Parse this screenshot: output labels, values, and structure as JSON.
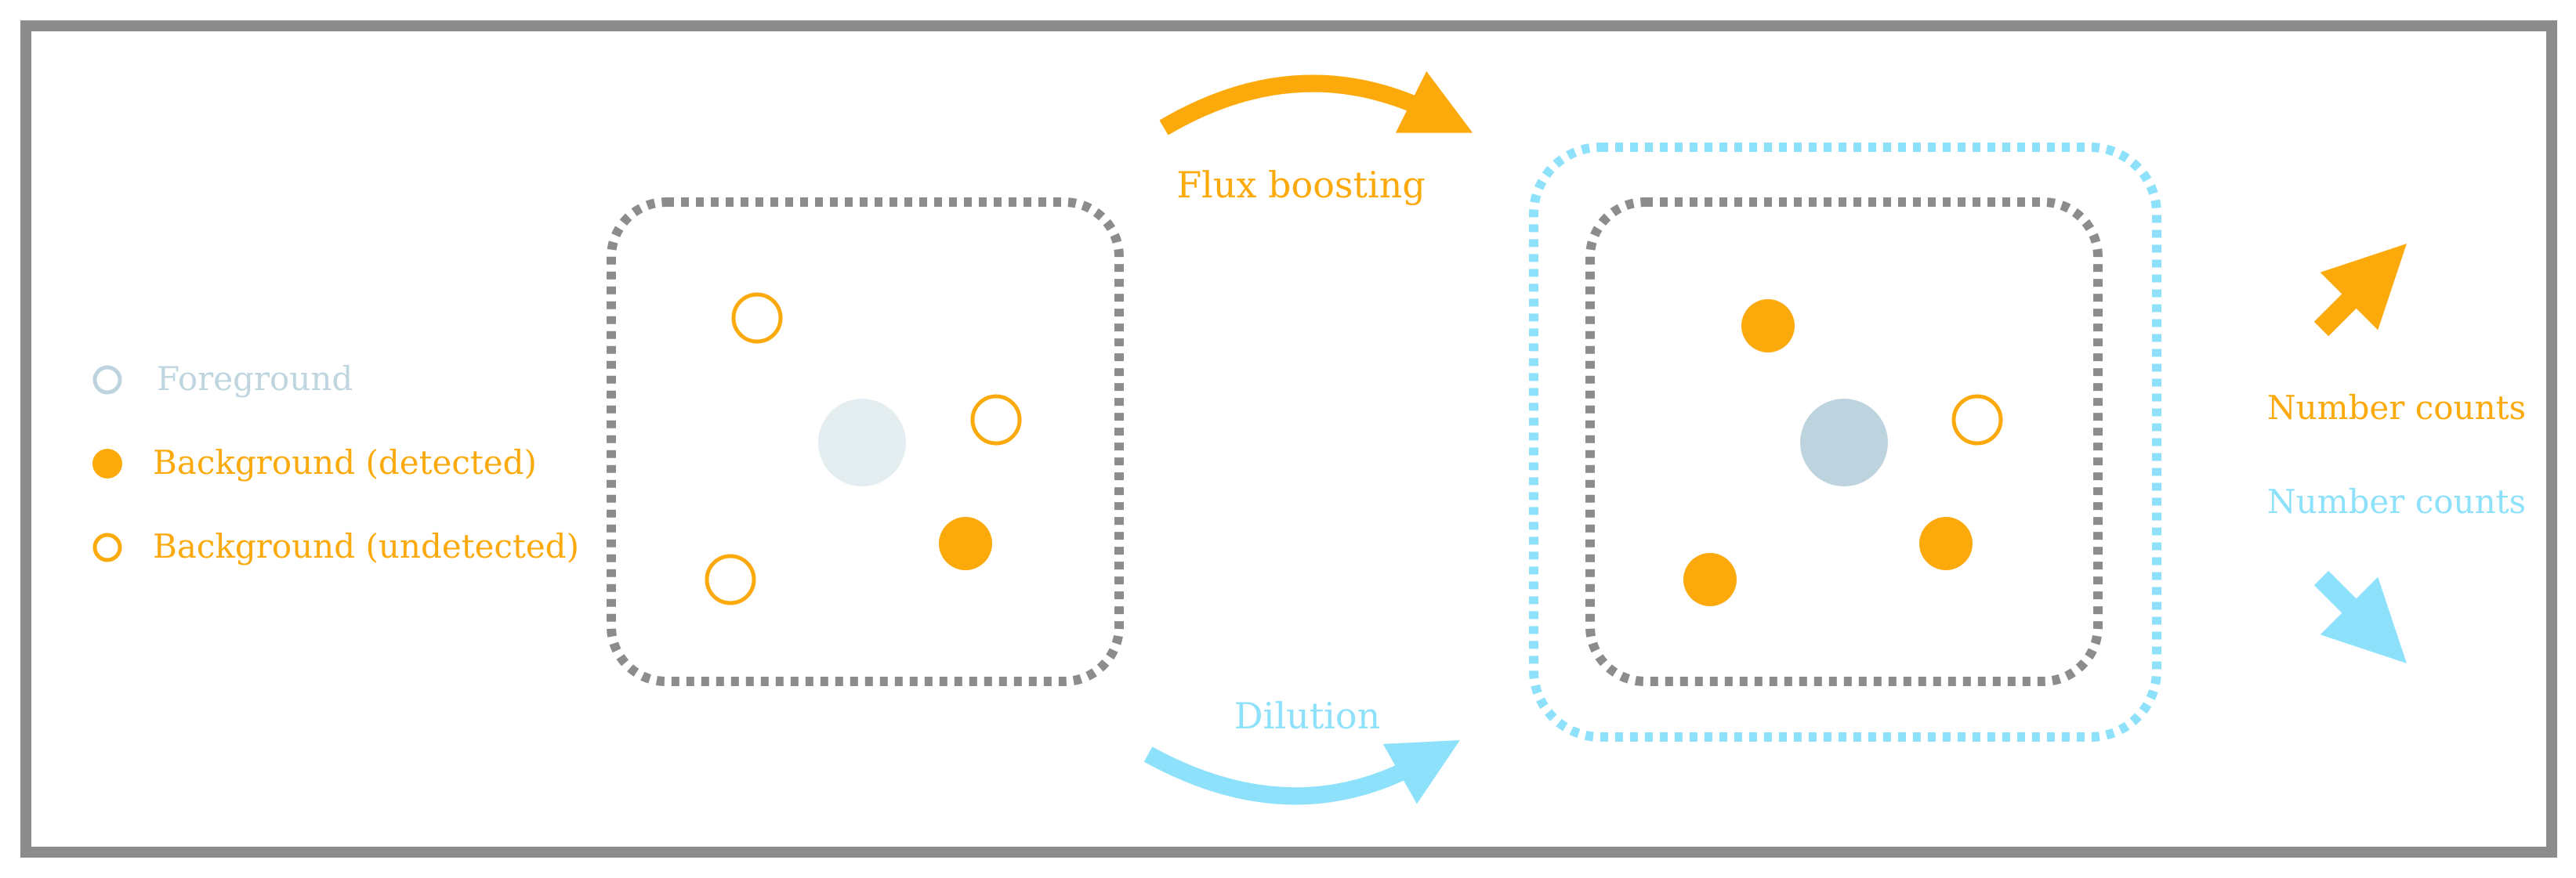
{
  "legend": {
    "foreground": "Foreground",
    "background_detected": "Background (detected)",
    "background_undetected": "Background (undetected)"
  },
  "arrows": {
    "flux_boosting": "Flux boosting",
    "dilution": "Dilution"
  },
  "outcomes": {
    "number_counts_up": "Number counts",
    "number_counts_down": "Number counts"
  },
  "colors": {
    "frame": "#8c8c8c",
    "orange": "#fba90b",
    "cyan": "#8de1fb",
    "foreground_light": "#e4eef1",
    "foreground_dark": "#bdd3dd",
    "legend_foreground_text": "#bfd6e0"
  },
  "icons": {
    "arrow_up": "arrow-up-right-icon",
    "arrow_down": "arrow-down-right-icon"
  }
}
